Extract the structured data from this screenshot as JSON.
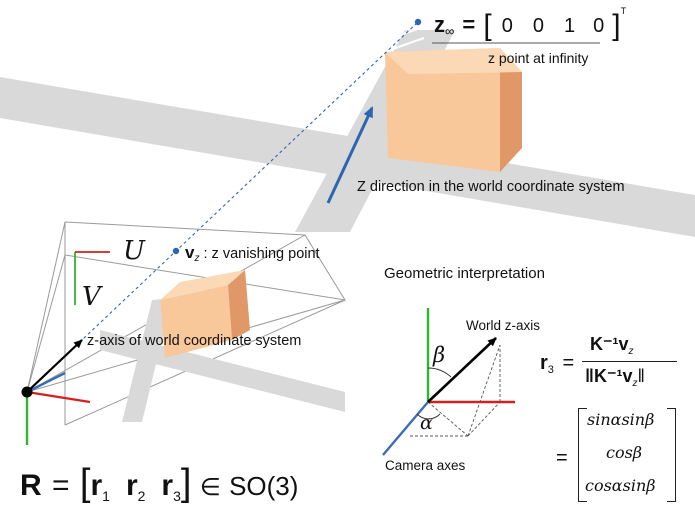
{
  "z_infinity": {
    "lhs_symbol": "z",
    "lhs_sub": "∞",
    "equals": "=",
    "vector": [
      "0",
      "0",
      "1",
      "0"
    ],
    "transpose": "T",
    "caption": "z point at infinity"
  },
  "z_direction_label": "Z direction in the world coordinate system",
  "vanishing_point": {
    "symbol": "v",
    "sub": "z",
    "text": ": z vanishing point"
  },
  "image_axes": {
    "u": "U",
    "v": "V"
  },
  "world_z_axis_label": "z-axis of world coordinate system",
  "geometric_interpretation": {
    "title": "Geometric interpretation",
    "world_z_label": "World z-axis",
    "beta": "β",
    "alpha": "α",
    "camera_axes_label": "Camera axes"
  },
  "r3_formula": {
    "lhs": "r",
    "lhs_sub": "3",
    "numerator": "K⁻¹v",
    "numerator_sub": "z",
    "denominator": "‖K⁻¹v",
    "denominator_sub": "z",
    "denominator_close": "‖",
    "col1": "sinαsinβ",
    "col2": "cosβ",
    "col3": "cosαsinβ"
  },
  "rotation_formula": {
    "lhs": "R",
    "equals": "=",
    "cols": [
      "r",
      "r",
      "r"
    ],
    "subs": [
      "1",
      "2",
      "3"
    ],
    "membership": "∈",
    "group": "SO(3)"
  },
  "colors": {
    "road_gray": "#d9d9d9",
    "box_front": "#f8c89a",
    "box_side": "#e09868",
    "arrow_blue": "#2d66b0",
    "axis_red": "#d62020",
    "axis_green": "#2fb52f",
    "axis_blue": "#3a6db5",
    "frame_gray": "#9a9a9a"
  }
}
